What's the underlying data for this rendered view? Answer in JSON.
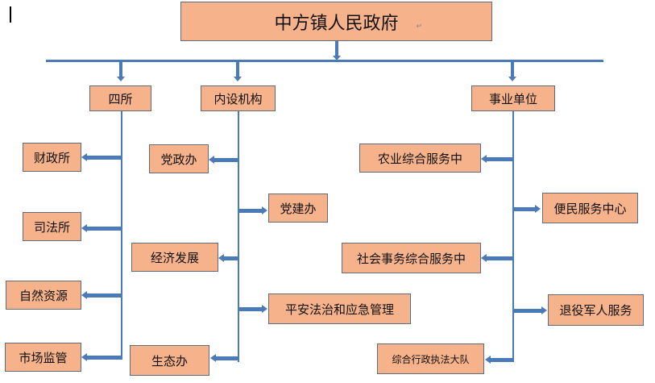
{
  "title": "中方镇人民政府",
  "branches": {
    "sisuo": {
      "label": "四所",
      "items": [
        "财政所",
        "司法所",
        "自然资源",
        "市场监管"
      ]
    },
    "neishe": {
      "label": "内设机构",
      "items": [
        "党政办",
        "党建办",
        "经济发展",
        "平安法治和应急管理",
        "生态办"
      ]
    },
    "shiye": {
      "label": "事业单位",
      "items": [
        "农业综合服务中",
        "便民服务中心",
        "社会事务综合服务中",
        "退役军人服务",
        "综合行政执法大队"
      ]
    }
  },
  "colors": {
    "box": "#f6b28a",
    "line": "#4a7ab8",
    "border": "#5d6b7a"
  }
}
